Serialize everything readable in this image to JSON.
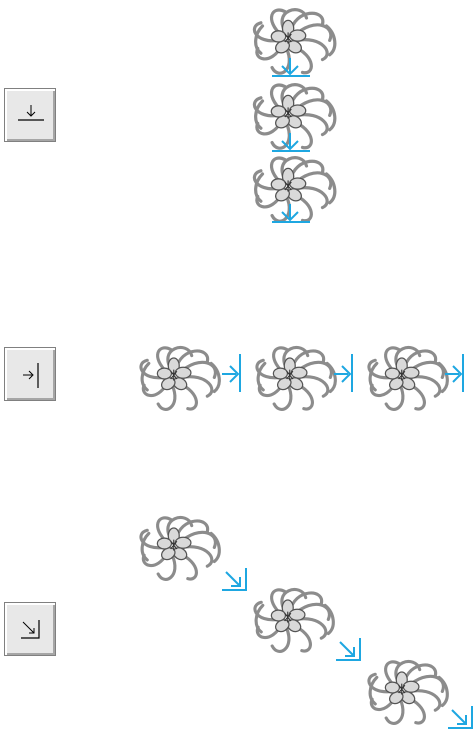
{
  "buttons": [
    {
      "name": "direction-down-button",
      "icon": "arrow-down-to-line-icon"
    },
    {
      "name": "direction-right-button",
      "icon": "arrow-right-to-line-icon"
    },
    {
      "name": "direction-diagonal-button",
      "icon": "arrow-down-right-to-corner-icon"
    }
  ],
  "motif_icon": "flower-swirl-embroidery-pattern",
  "accent_color": "#1ea7e1",
  "motif_stroke_color": "#8c8c8c",
  "motif_fill_color": "#d9d9d9"
}
